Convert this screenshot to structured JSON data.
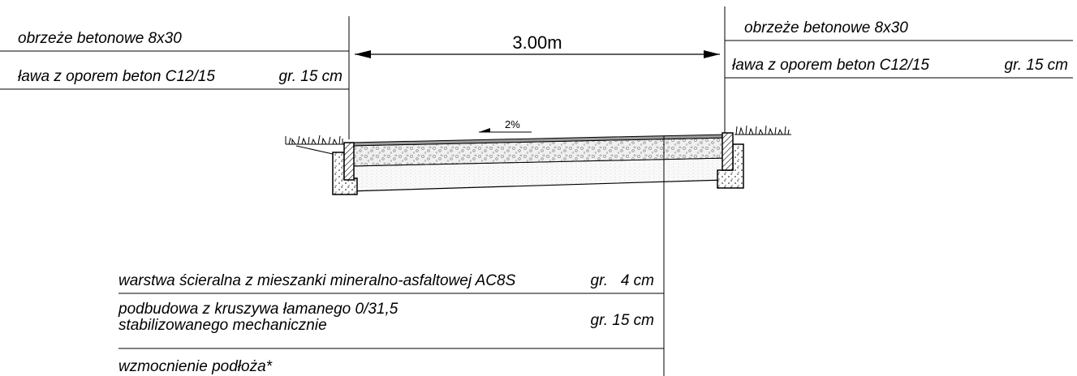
{
  "left_callout": {
    "curb": "obrzeże betonowe 8x30",
    "bench": "ława z oporem beton C12/15",
    "bench_thickness": "gr. 15 cm"
  },
  "right_callout": {
    "curb": "obrzeże betonowe 8x30",
    "bench": "ława z oporem beton C12/15",
    "bench_thickness": "gr. 15 cm"
  },
  "dimension": {
    "width": "3.00m"
  },
  "slope": {
    "value": "2%"
  },
  "layers": [
    {
      "name_lines": [
        "warstwa ścieralna z mieszanki mineralno-asfaltowej AC8S"
      ],
      "thickness": "gr.   4 cm"
    },
    {
      "name_lines": [
        "podbudowa z kruszywa łamanego 0/31,5",
        "stabilizowanego mechanicznie"
      ],
      "thickness": "gr. 15 cm"
    },
    {
      "name_lines": [
        "wzmocnienie podłoża*"
      ],
      "thickness": ""
    }
  ],
  "colors": {
    "line": "#000000",
    "asphalt": "#9a9a9a",
    "aggregate": "#eeeeee",
    "subgrade": "#f7f7f7"
  }
}
